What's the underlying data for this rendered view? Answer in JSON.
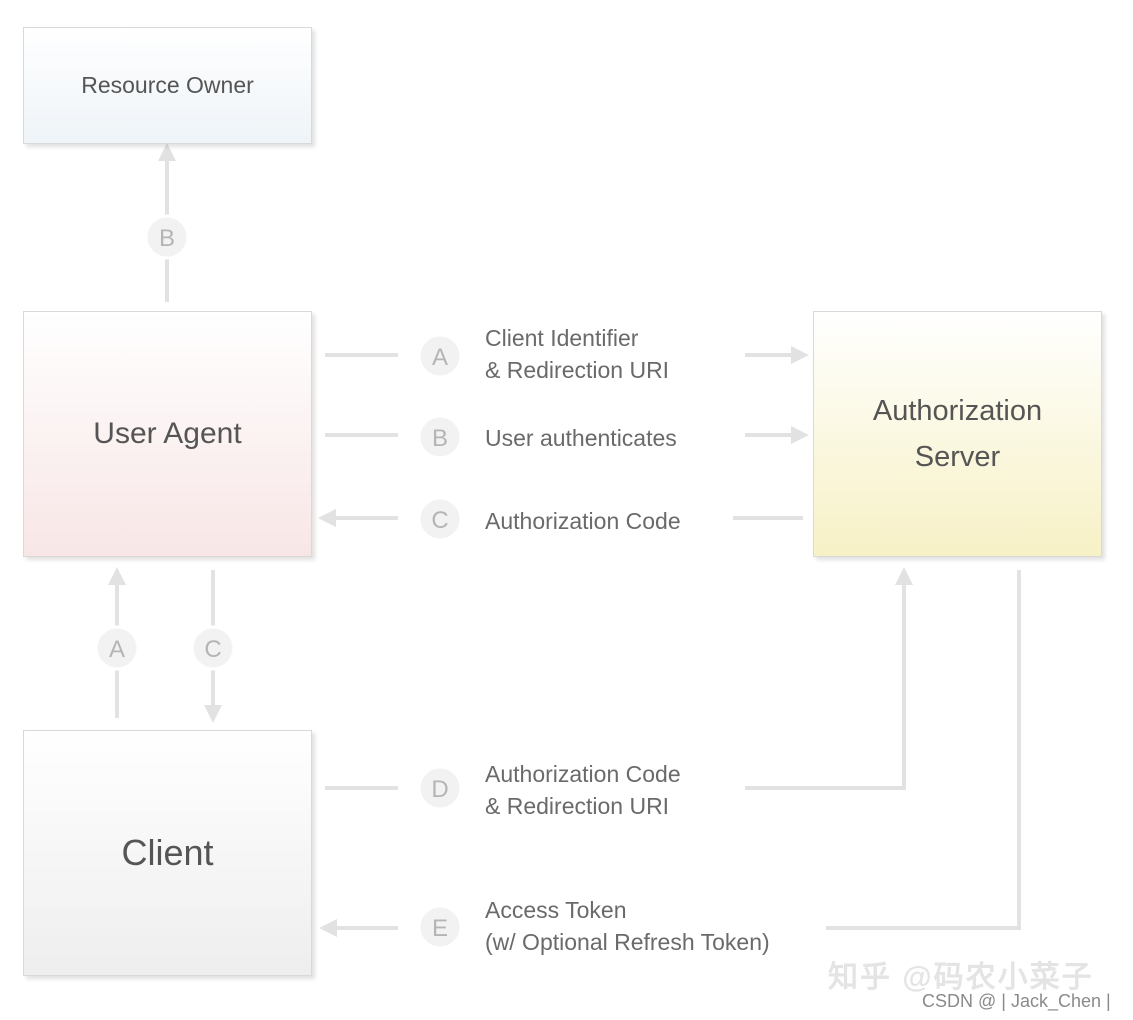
{
  "boxes": {
    "resource_owner": "Resource Owner",
    "user_agent": "User Agent",
    "authorization_server": "Authorization\nServer",
    "client": "Client"
  },
  "steps": {
    "A_top": {
      "badge": "A",
      "label": "Client Identifier\n& Redirection URI"
    },
    "B_top": {
      "badge": "B",
      "label": "User authenticates"
    },
    "C_top": {
      "badge": "C",
      "label": "Authorization Code"
    },
    "D": {
      "badge": "D",
      "label": "Authorization Code\n& Redirection URI"
    },
    "E": {
      "badge": "E",
      "label": "Access Token\n(w/ Optional Refresh Token)"
    },
    "B_up": {
      "badge": "B"
    },
    "A_left": {
      "badge": "A"
    },
    "C_left": {
      "badge": "C"
    }
  },
  "watermark": {
    "zhihu": "知乎 @码农小菜子",
    "csdn": "CSDN @ | Jack_Chen |"
  },
  "colors": {
    "line": "#e2e2e2",
    "badge_fill": "#f2f2f2",
    "badge_text": "#b5b5b5",
    "text": "#555555"
  }
}
